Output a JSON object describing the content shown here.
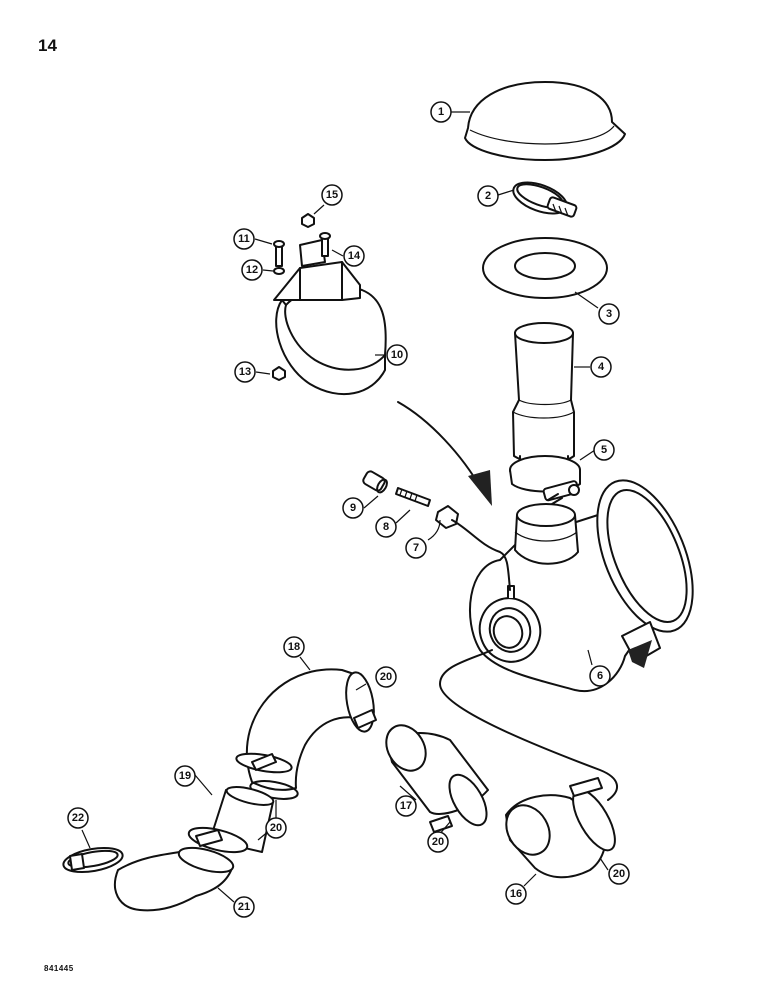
{
  "page": {
    "number": "14",
    "drawing_code": "841445"
  },
  "parts": [
    {
      "id": "1",
      "label": "1"
    },
    {
      "id": "2",
      "label": "2"
    },
    {
      "id": "3",
      "label": "3"
    },
    {
      "id": "4",
      "label": "4"
    },
    {
      "id": "5",
      "label": "5"
    },
    {
      "id": "6",
      "label": "6"
    },
    {
      "id": "7",
      "label": "7"
    },
    {
      "id": "8",
      "label": "8"
    },
    {
      "id": "9",
      "label": "9"
    },
    {
      "id": "10",
      "label": "10"
    },
    {
      "id": "11",
      "label": "11"
    },
    {
      "id": "12",
      "label": "12"
    },
    {
      "id": "13",
      "label": "13"
    },
    {
      "id": "14",
      "label": "14"
    },
    {
      "id": "15",
      "label": "15"
    },
    {
      "id": "16",
      "label": "16"
    },
    {
      "id": "17",
      "label": "17"
    },
    {
      "id": "18",
      "label": "18"
    },
    {
      "id": "19",
      "label": "19"
    },
    {
      "id": "20a",
      "label": "20"
    },
    {
      "id": "20b",
      "label": "20"
    },
    {
      "id": "20c",
      "label": "20"
    },
    {
      "id": "20d",
      "label": "20"
    },
    {
      "id": "21",
      "label": "21"
    },
    {
      "id": "22",
      "label": "22"
    }
  ]
}
